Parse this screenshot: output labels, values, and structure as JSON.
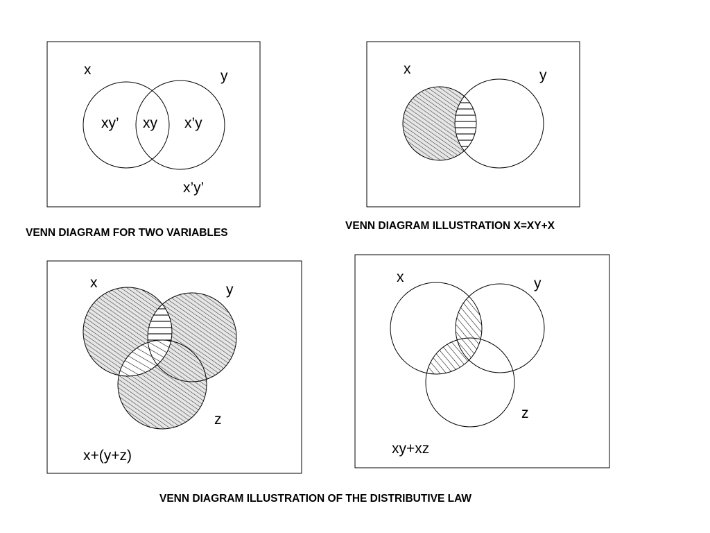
{
  "panels": [
    {
      "id": "two-variables",
      "labels": {
        "x": "x",
        "y": "y",
        "xy_prime": "xy’",
        "xy": "xy",
        "x_prime_y": "x’y",
        "x_prime_y_prime": "x’y’"
      },
      "caption": "VENN DIAGRAM FOR TWO VARIABLES"
    },
    {
      "id": "absorption",
      "labels": {
        "x": "x",
        "y": "y"
      },
      "caption": "VENN DIAGRAM ILLUSTRATION  X=XY+X"
    },
    {
      "id": "union",
      "labels": {
        "x": "x",
        "y": "y",
        "z": "z",
        "expression": "x+(y+z)"
      }
    },
    {
      "id": "distributive",
      "labels": {
        "x": "x",
        "y": "y",
        "z": "z",
        "expression": "xy+xz"
      }
    }
  ],
  "footer_caption": "VENN DIAGRAM ILLUSTRATION OF THE DISTRIBUTIVE LAW"
}
